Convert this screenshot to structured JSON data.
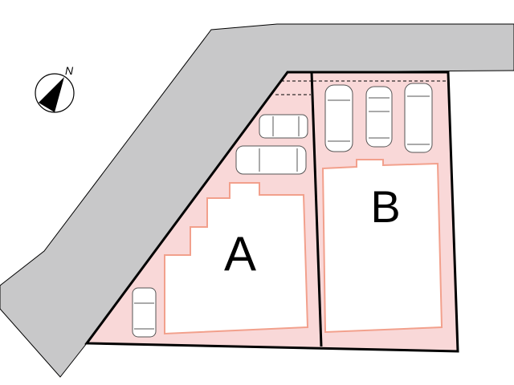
{
  "compass": {
    "label": "N",
    "icon": "north-arrow-icon"
  },
  "lots": [
    {
      "label": "A",
      "cars": 3
    },
    {
      "label": "B",
      "cars": 3
    }
  ],
  "colors": {
    "road": "#c8c8c9",
    "lot": "#f9d8d8",
    "building_outline": "#f2a08c",
    "boundary": "#000000"
  }
}
